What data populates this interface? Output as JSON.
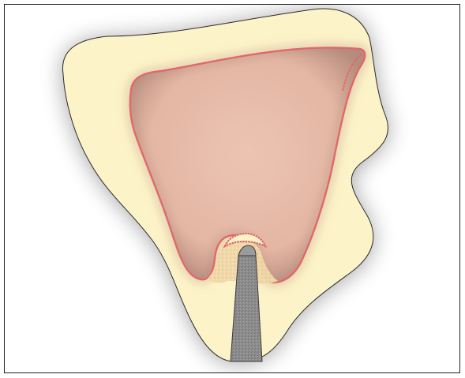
{
  "diagram": {
    "subject": "sinus-cavity-cross-section",
    "colors": {
      "background": "#ffffff",
      "frame_border": "#222222",
      "bone": "#fdf3c9",
      "bone_outline": "#2a2a2a",
      "cavity": "#e9bfae",
      "cavity_shadow": "#c79a8a",
      "mucosa": "#e0686a",
      "graft_material": "#f0d8a8",
      "instrument": "#8a8a8a",
      "outer_glow": "#d9d9d9"
    },
    "elements": [
      {
        "name": "bone-outline",
        "label": ""
      },
      {
        "name": "sinus-cavity",
        "label": ""
      },
      {
        "name": "membrane-lining",
        "label": ""
      },
      {
        "name": "lifted-membrane",
        "label": ""
      },
      {
        "name": "graft-material",
        "label": ""
      },
      {
        "name": "implant-instrument",
        "label": ""
      }
    ]
  }
}
